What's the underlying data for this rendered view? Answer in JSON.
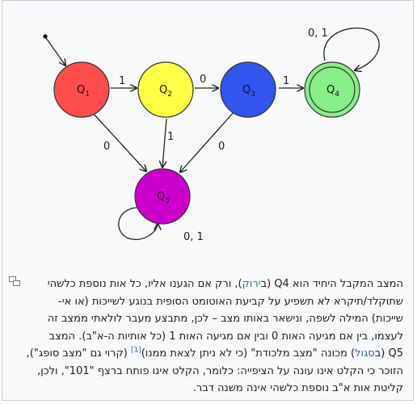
{
  "states": [
    {
      "id": "q1",
      "label": "Q",
      "sub": "1",
      "color": "#ff4d4d"
    },
    {
      "id": "q2",
      "label": "Q",
      "sub": "2",
      "color": "#ffff44"
    },
    {
      "id": "q3",
      "label": "Q",
      "sub": "3",
      "color": "#3355ee"
    },
    {
      "id": "q4",
      "label": "Q",
      "sub": "4",
      "color": "#88ee88"
    },
    {
      "id": "q5",
      "label": "Q",
      "sub": "5",
      "color": "#cc00cc"
    }
  ],
  "transitions": {
    "q1_q2": "1",
    "q2_q3": "0",
    "q3_q4": "1",
    "q4_loop": "0, 1",
    "q1_q5": "0",
    "q2_q5": "1",
    "q3_q5": "0",
    "q5_loop": "0, 1"
  },
  "caption": {
    "l1_a": "המצב המקבל היחיד הוא Q4 (ב",
    "l1_link": "ירוק",
    "l1_b": "), ורק אם הגענו אליו, כל אות נוספת כלשהי",
    "l2": "שתוקלד/תיקרא לא תשפיע על קביעת האוטומט הסופית בנוגע לשייכות (או אי-",
    "l3": "שייכות) המילה לשפה, ונישאר באותו מצב – לכן, מתבצע מעבר לולאתי ממצב זה",
    "l4": "לעצמו, בין אם מגיעה האות 0 ובין אם מגיעה האות 1 (כל אותיות ה-א\"ב). המצב",
    "l5_a": "Q5 (ב",
    "l5_link": "סגול",
    "l5_b": ") מכונה \"מצב מלכודת\" (כי לא ניתן לצאת ממנו)",
    "l5_ref": "[1]",
    "l5_c": " (קרוי גם \"מצב סופג\"),",
    "l6": "הזוכר כי הקלט אינו עונה על הציפייה: כלומר, הקלט אינו פותח ברצף \"101\", ולכן,",
    "l7": "קליטת אות א\"ב נוספת כלשהי אינה משנה דבר."
  },
  "icons": {
    "enlarge": "enlarge-icon"
  }
}
